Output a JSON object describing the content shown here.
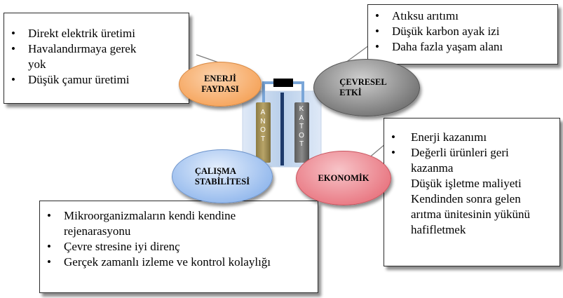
{
  "boxes": {
    "top_left": {
      "items": [
        "Direkt elektrik üretimi",
        "Havalandırmaya gerek yok",
        "Düşük çamur üretimi"
      ]
    },
    "top_right": {
      "items": [
        "Atıksu arıtımı",
        "Düşük karbon ayak izi",
        "Daha fazla yaşam alanı"
      ]
    },
    "bottom_left": {
      "items": [
        "Mikroorganizmaların kendi kendine rejenarasyonu",
        "Çevre stresine iyi direnç",
        "Gerçek zamanlı izleme ve kontrol kolaylığı"
      ]
    },
    "bottom_right": {
      "items": [
        "Enerji kazanımı",
        "Değerli ürünleri geri kazanma"
      ],
      "lines": [
        "Düşük işletme maliyeti",
        "Kendinden sonra gelen arıtma ünitesinin yükünü hafifletmek"
      ]
    }
  },
  "ovals": {
    "energy": {
      "line1": "ENERJİ",
      "line2": "FAYDASI",
      "color": "#f6a55d"
    },
    "environment": {
      "line1": "ÇEVRESEL",
      "line2": "ETKİ",
      "color": "#6f6f6f"
    },
    "stability": {
      "line1": "ÇALIŞMA",
      "line2": "STABİLİTESİ",
      "color": "#8fb6ec"
    },
    "economic": {
      "line1": "EKONOMİK",
      "color": "#e8737e"
    }
  },
  "cell": {
    "anode": "ANOT",
    "cathode": "KATOT"
  },
  "bullet": "•"
}
